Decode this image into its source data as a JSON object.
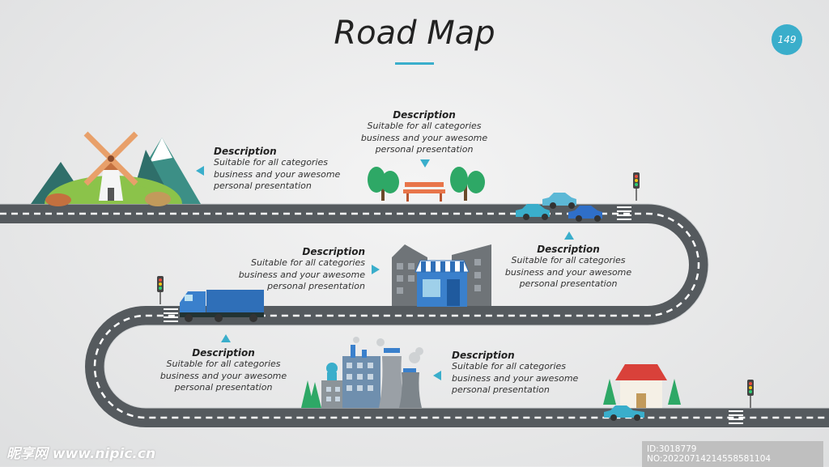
{
  "title": "Road Map",
  "page_number": "149",
  "accent": "#3aaecb",
  "descriptions": [
    {
      "heading": "Description",
      "text": "Suitable for all categories business and your awesome personal presentation"
    },
    {
      "heading": "Description",
      "text": "Suitable for all categories business and your awesome personal presentation"
    },
    {
      "heading": "Description",
      "text": "Suitable for all categories business and your awesome personal presentation"
    },
    {
      "heading": "Description",
      "text": "Suitable for all categories business and your awesome personal presentation"
    },
    {
      "heading": "Description",
      "text": "Suitable for all categories business and your awesome personal presentation"
    },
    {
      "heading": "Description",
      "text": "Suitable for all categories business and your awesome personal presentation"
    }
  ],
  "watermark": "昵享网 www.nipic.cn",
  "image_id": "ID:3018779 NO:20220714214558581104"
}
